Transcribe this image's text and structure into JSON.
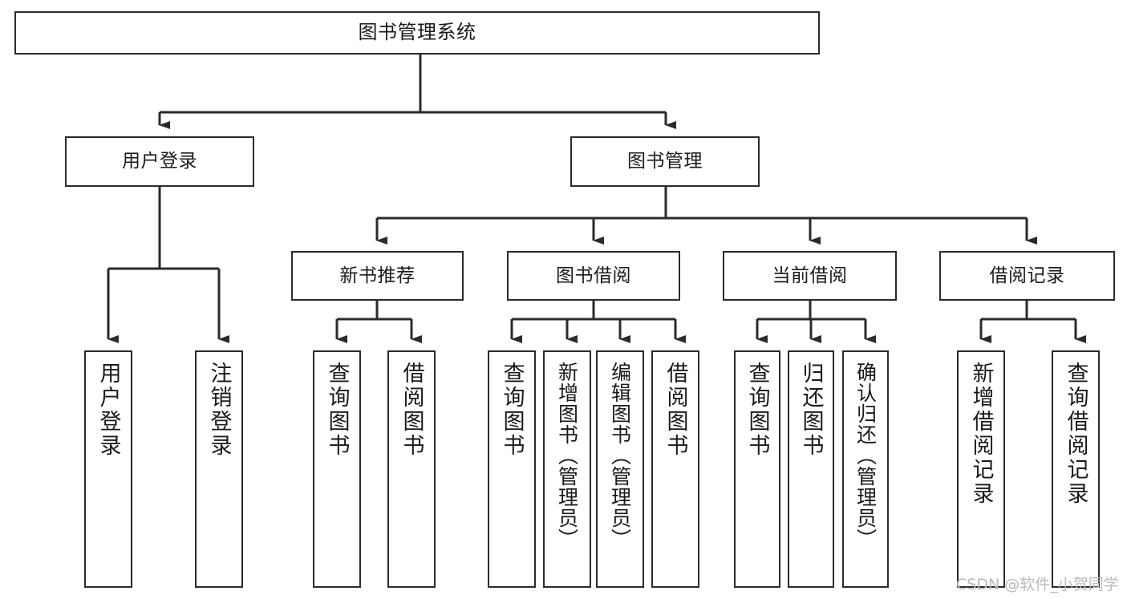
{
  "diagram": {
    "title": "图书管理系统",
    "type": "tree",
    "orientation": "top-down",
    "colors": {
      "box_border": "#2b2b2b",
      "box_fill": "#ffffff",
      "connector": "#2b2b2b",
      "text": "#1a1a1a",
      "watermark": "#b9b9b9",
      "background": "#ffffff"
    },
    "root": {
      "label": "图书管理系统"
    },
    "level2": [
      {
        "label": "用户登录"
      },
      {
        "label": "图书管理"
      }
    ],
    "level3": [
      {
        "label": "新书推荐"
      },
      {
        "label": "图书借阅"
      },
      {
        "label": "当前借阅"
      },
      {
        "label": "借阅记录"
      }
    ],
    "leaves": {
      "user_login": [
        {
          "label": "用户登录"
        },
        {
          "label": "注销登录"
        }
      ],
      "new_book_recommend": [
        {
          "label": "查询图书"
        },
        {
          "label": "借阅图书"
        }
      ],
      "book_borrow": [
        {
          "label": "查询图书"
        },
        {
          "label": "新增图书（管理员）"
        },
        {
          "label": "编辑图书（管理员）"
        },
        {
          "label": "借阅图书"
        }
      ],
      "current_borrow": [
        {
          "label": "查询图书"
        },
        {
          "label": "归还图书"
        },
        {
          "label": "确认归还（管理员）"
        }
      ],
      "borrow_record": [
        {
          "label": "新增借阅记录"
        },
        {
          "label": "查询借阅记录"
        }
      ]
    }
  },
  "watermark": {
    "text": "CSDN @软件_小贺同学"
  }
}
